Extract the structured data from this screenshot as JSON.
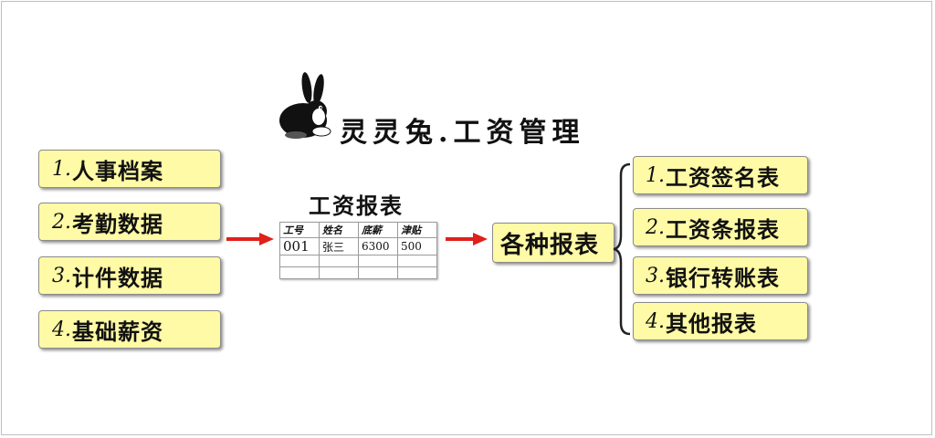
{
  "brand": {
    "title": "灵灵兔.工资管理"
  },
  "inputs": [
    {
      "num": "1.",
      "label": "人事档案"
    },
    {
      "num": "2.",
      "label": "考勤数据"
    },
    {
      "num": "3.",
      "label": "计件数据"
    },
    {
      "num": "4.",
      "label": "基础薪资"
    }
  ],
  "salary_report": {
    "title": "工资报表",
    "headers": [
      "工号",
      "姓名",
      "底薪",
      "津贴"
    ],
    "rows": [
      [
        "001",
        "张三",
        "6300",
        "500"
      ],
      [
        "",
        "",
        "",
        ""
      ],
      [
        "",
        "",
        "",
        ""
      ]
    ]
  },
  "middle": {
    "label": "各种报表"
  },
  "outputs": [
    {
      "num": "1.",
      "label": "工资签名表"
    },
    {
      "num": "2.",
      "label": "工资条报表"
    },
    {
      "num": "3.",
      "label": "银行转账表"
    },
    {
      "num": "4.",
      "label": "其他报表"
    }
  ],
  "colors": {
    "box_fill": "#fffaa5",
    "arrow": "#e0201a"
  },
  "icons": {
    "logo": "rabbit-logo-icon"
  }
}
